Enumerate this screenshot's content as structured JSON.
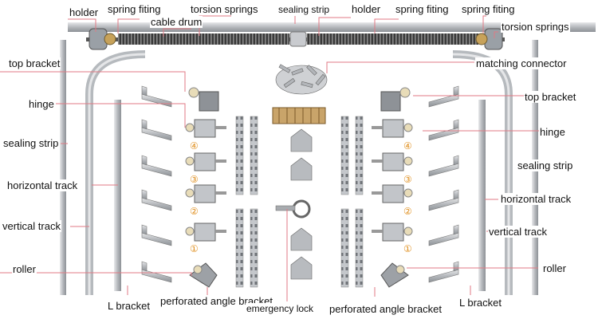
{
  "labels": {
    "holder_left": "holder",
    "spring_fiting_left": "spring fiting",
    "torsion_springs_top": "torsion springs",
    "sealing_strip_top": "sealing strip",
    "holder_right": "holder",
    "spring_fiting_mid": "spring fiting",
    "spring_fiting_right": "spring fiting",
    "cable_drum": "cable drum",
    "torsion_springs_right": "torsion springs",
    "top_bracket_left": "top bracket",
    "matching_connector": "matching connector",
    "top_bracket_right": "top bracket",
    "hinge_left": "hinge",
    "hinge_right": "hinge",
    "sealing_strip_left": "sealing strip",
    "sealing_strip_right": "sealing strip",
    "horizontal_track_left": "horizontal track",
    "horizontal_track_right": "horizontal track",
    "vertical_track_left": "vertical track",
    "vertical_track_right": "vertical track",
    "roller_left": "roller",
    "roller_right": "roller",
    "l_bracket_left": "L bracket",
    "l_bracket_right": "L bracket",
    "perforated_angle_bracket_left": "perforated angle bracket",
    "perforated_angle_bracket_right": "perforated angle bracket",
    "emergency_lock": "emergency lock"
  },
  "hinge_numbers_left": [
    "④",
    "③",
    "②",
    "①"
  ],
  "hinge_numbers_right": [
    "④",
    "③",
    "②",
    "①"
  ],
  "colors": {
    "metal": "#b9bcc0",
    "metal_dark": "#8a8e93",
    "spring": "#2a2a2a",
    "leader": "#e07a84",
    "number_badge": "#f0a020"
  }
}
